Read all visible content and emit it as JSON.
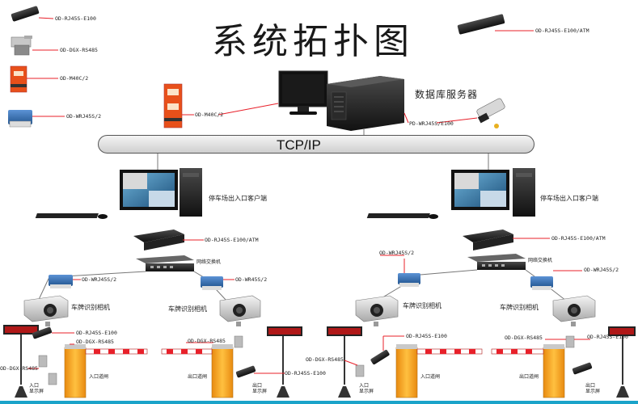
{
  "diagram": {
    "title": "系统拓扑图",
    "network_label": "TCP/IP",
    "db_server_label": "数据库服务器",
    "colors": {
      "red_line": "#e8202a",
      "barrier_orange": "#f0a020",
      "bus_fill": "#dcdcdc",
      "bottom_bar": "#1aa3c9"
    },
    "legend": [
      {
        "label": "OD-RJ45S-E100",
        "icon": "network-surge-protector-icon"
      },
      {
        "label": "OD-DGX-RS485",
        "icon": "signal-surge-protector-icon"
      },
      {
        "label": "OD-M40C/2",
        "icon": "power-surge-protector-icon"
      },
      {
        "label": "OD-WRJ45S/2",
        "icon": "combo-surge-protector-icon"
      }
    ],
    "top_right_label": "OD-RJ45S-E100/ATM",
    "server_area": {
      "power_protector_label": "OD-M40C/2",
      "poe_protector_label": "PD-WRJ45S/E100"
    },
    "left_branch": {
      "client_label": "停车场出入口客户端",
      "atm_label": "OD-RJ45S-E100/ATM",
      "switch_label": "网络交换机",
      "left_combo_label": "OD-WRJ45S/2",
      "right_combo_label": "OD-WR45S/2",
      "left_camera_label": "车牌识别相机",
      "right_camera_label": "车牌识别相机",
      "left_rj45_label": "OD-RJ45S-E100",
      "left_dgx_label": "OD-DGX-RS485",
      "left_display_dgx_label": "OD-DGX-RS485",
      "left_display_label": "入口\n显示屏",
      "left_gate_label": "入口道闸",
      "right_dgx_label": "OD-DGX-RS485",
      "right_gate_label": "出口道闸",
      "right_display_label": "出口\n显示屏",
      "right_rj45_label": "OD-RJ45S-E100"
    },
    "right_branch": {
      "client_label": "停车场出入口客户端",
      "atm_label": "OD-RJ45S-E100/ATM",
      "switch_label": "网络交换机",
      "left_combo_label": "OD-WRJ45S/2",
      "right_combo_label": "OD-WRJ45S/2",
      "left_camera_label": "车牌识别相机",
      "right_camera_label": "车牌识别相机",
      "left_rj45_label": "OD-RJ45S-E100",
      "left_dgx_label": "OD-DGX-RS485",
      "left_display_label": "入口\n显示屏",
      "left_gate_label": "入口道闸",
      "right_dgx_label": "OD-DGX-RS485",
      "right_rj45_label": "OD-RJ45S-E100",
      "right_gate_label": "出口道闸",
      "right_display_label": "出口\n显示屏"
    }
  }
}
